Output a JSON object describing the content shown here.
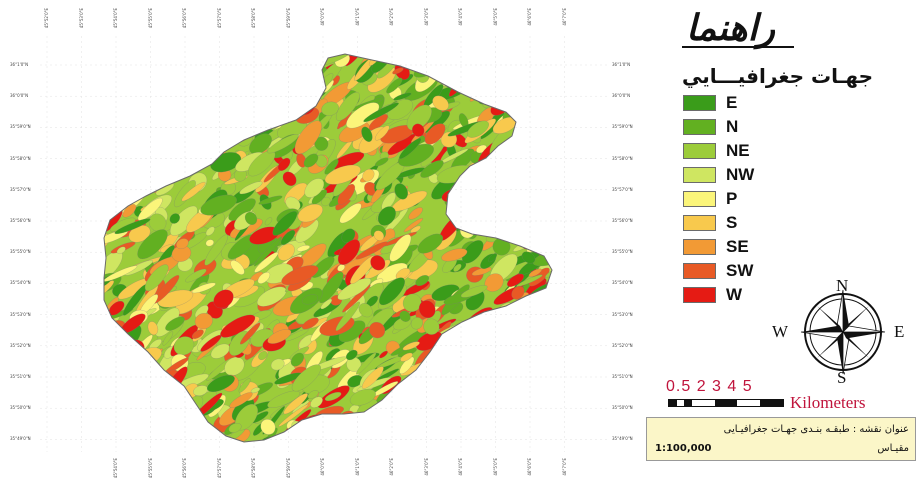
{
  "map": {
    "top_ticks": [
      "45°52'0\"E",
      "45°53'0\"E",
      "45°54'0\"E",
      "45°55'0\"E",
      "45°56'0\"E",
      "45°57'0\"E",
      "45°58'0\"E",
      "45°59'0\"E",
      "46°0'0\"E",
      "46°1'0\"E",
      "46°2'0\"E",
      "46°3'0\"E",
      "46°4'0\"E",
      "46°5'0\"E",
      "46°6'0\"E",
      "46°7'0\"E"
    ],
    "bottom_ticks": [
      "45°54'0\"E",
      "45°55'0\"E",
      "45°56'0\"E",
      "45°57'0\"E",
      "45°58'0\"E",
      "45°59'0\"E",
      "46°0'0\"E",
      "46°1'0\"E",
      "46°2'0\"E",
      "46°3'0\"E",
      "46°4'0\"E",
      "46°5'0\"E",
      "46°6'0\"E",
      "46°7'0\"E"
    ],
    "left_ticks": [
      "36°1'0\"N",
      "36°0'0\"N",
      "35°59'0\"N",
      "35°58'0\"N",
      "35°57'0\"N",
      "35°56'0\"N",
      "35°55'0\"N",
      "35°54'0\"N",
      "35°53'0\"N",
      "35°52'0\"N",
      "35°51'0\"N",
      "35°50'0\"N",
      "35°49'0\"N"
    ],
    "right_ticks": [
      "36°1'0\"N",
      "36°0'0\"N",
      "35°59'0\"N",
      "35°58'0\"N",
      "35°57'0\"N",
      "35°56'0\"N",
      "35°55'0\"N",
      "35°54'0\"N",
      "35°53'0\"N",
      "35°52'0\"N",
      "35°51'0\"N",
      "35°50'0\"N",
      "35°49'0\"N"
    ]
  },
  "legend": {
    "title": "راهنما",
    "subtitle": "جهـات جغرافيـــايي",
    "items": [
      {
        "label": "E",
        "color": "#3a9c1a"
      },
      {
        "label": "N",
        "color": "#62b021"
      },
      {
        "label": "NE",
        "color": "#9ccc3a"
      },
      {
        "label": "NW",
        "color": "#cfe661"
      },
      {
        "label": "P",
        "color": "#fbf57a"
      },
      {
        "label": "S",
        "color": "#f8c94d"
      },
      {
        "label": "SE",
        "color": "#f29a35"
      },
      {
        "label": "SW",
        "color": "#e85a25"
      },
      {
        "label": "W",
        "color": "#e51b14"
      }
    ]
  },
  "compass": {
    "n": "N",
    "s": "S",
    "e": "E",
    "w": "W"
  },
  "scale": {
    "numbers": "0.5 2 3 4 5",
    "units": "Kilometers"
  },
  "info": {
    "title": "عنوان نقشه : طبقـه بنـدى جهـات جغرافيـايى",
    "scale_label": "مقيـاس",
    "scale_value": "1:100,000"
  }
}
